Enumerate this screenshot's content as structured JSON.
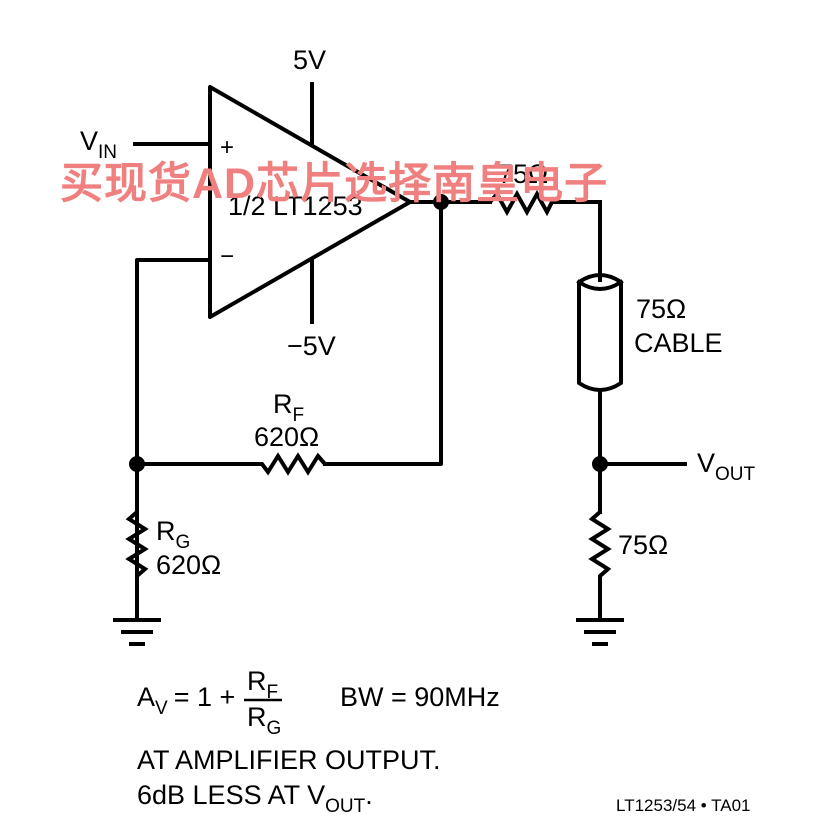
{
  "labels": {
    "vplus": "5V",
    "vminus": "−5V",
    "vin_main": "V",
    "vin_sub": "IN",
    "plus_input": "+",
    "minus_input": "−",
    "opamp": "1/2 LT1253",
    "r_series": "75Ω",
    "cable_value": "75Ω",
    "cable_text": "CABLE",
    "rf_main": "R",
    "rf_sub": "F",
    "rf_value": "620Ω",
    "rg_main": "R",
    "rg_sub": "G",
    "rg_value": "620Ω",
    "vout_main": "V",
    "vout_sub": "OUT",
    "r_load": "75Ω"
  },
  "formula": {
    "av_main": "A",
    "av_sub": "V",
    "eq": "= 1 +",
    "num_main": "R",
    "num_sub": "F",
    "den_main": "R",
    "den_sub": "G",
    "bw": "BW = 90MHz"
  },
  "notes": {
    "line1": "AT AMPLIFIER OUTPUT.",
    "line2_pre": "6dB LESS AT V",
    "line2_sub": "OUT",
    "line2_post": "."
  },
  "figure_code": "LT1253/54 • TA01",
  "watermark": "买现货AD芯片选择南皇电子",
  "colors": {
    "wire": "#000000",
    "watermark": "#f08080",
    "background": "#ffffff"
  }
}
